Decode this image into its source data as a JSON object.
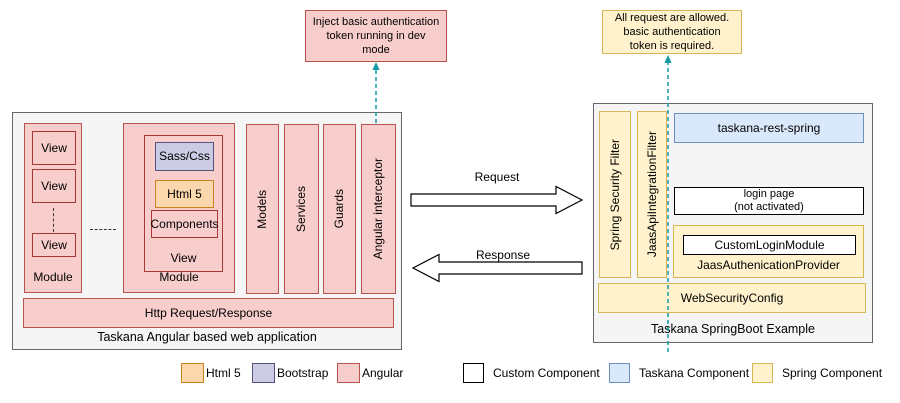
{
  "notes": {
    "dev_note": "Inject basic authentication\ntoken running in dev\nmode",
    "auth_note": "All request are allowed.\nbasic authentication\ntoken is required."
  },
  "arrows": {
    "request_label": "Request",
    "response_label": "Response"
  },
  "angular_app": {
    "title": "Taskana Angular based web application",
    "module_labels": [
      "Module",
      "Module"
    ],
    "views": [
      "View",
      "View",
      "View"
    ],
    "inner_view_label": "View",
    "sass_css": "Sass/Css",
    "html5": "Html 5",
    "components": "Components",
    "columns": [
      "Models",
      "Services",
      "Guards",
      "Angular interceptor"
    ],
    "http_bar": "Http Request/Response"
  },
  "springboot": {
    "title": "Taskana SpringBoot Example",
    "spring_security_filter": "Spring Security Filter",
    "jaas_api_integration_filter": "JaasApiIntegrationFilter",
    "taskana_rest_spring": "taskana-rest-spring",
    "login_page": "login page\n(not activated)",
    "custom_login_module": "CustomLoginModule",
    "jaas_authentication_provider": "JaasAuthenicationProvider",
    "web_security_config": "WebSecurityConfig"
  },
  "legend": {
    "items": [
      {
        "label": "Html 5",
        "fill": "#fad7ac",
        "border": "#c8831e"
      },
      {
        "label": "Bootstrap",
        "fill": "#cbcbe3",
        "border": "#57537f"
      },
      {
        "label": "Angular",
        "fill": "#f8cecc",
        "border": "#b85450"
      },
      {
        "label": "Custom Component",
        "fill": "#ffffff",
        "border": "#000000"
      },
      {
        "label": "Taskana Component",
        "fill": "#dae8fc",
        "border": "#6c8ebf"
      },
      {
        "label": "Spring Component",
        "fill": "#fff2cc",
        "border": "#d6b656"
      }
    ]
  },
  "colors": {
    "angular_fill": "#f8cecc",
    "angular_border": "#b85450",
    "html5_fill": "#fad7ac",
    "bootstrap_fill": "#cbcbe3",
    "spring_fill": "#fff2cc",
    "taskana_fill": "#dae8fc",
    "custom_fill": "#ffffff",
    "container_fill": "#f5f5f5",
    "container_border": "#666666",
    "teal_arrow": "#179aa3"
  }
}
